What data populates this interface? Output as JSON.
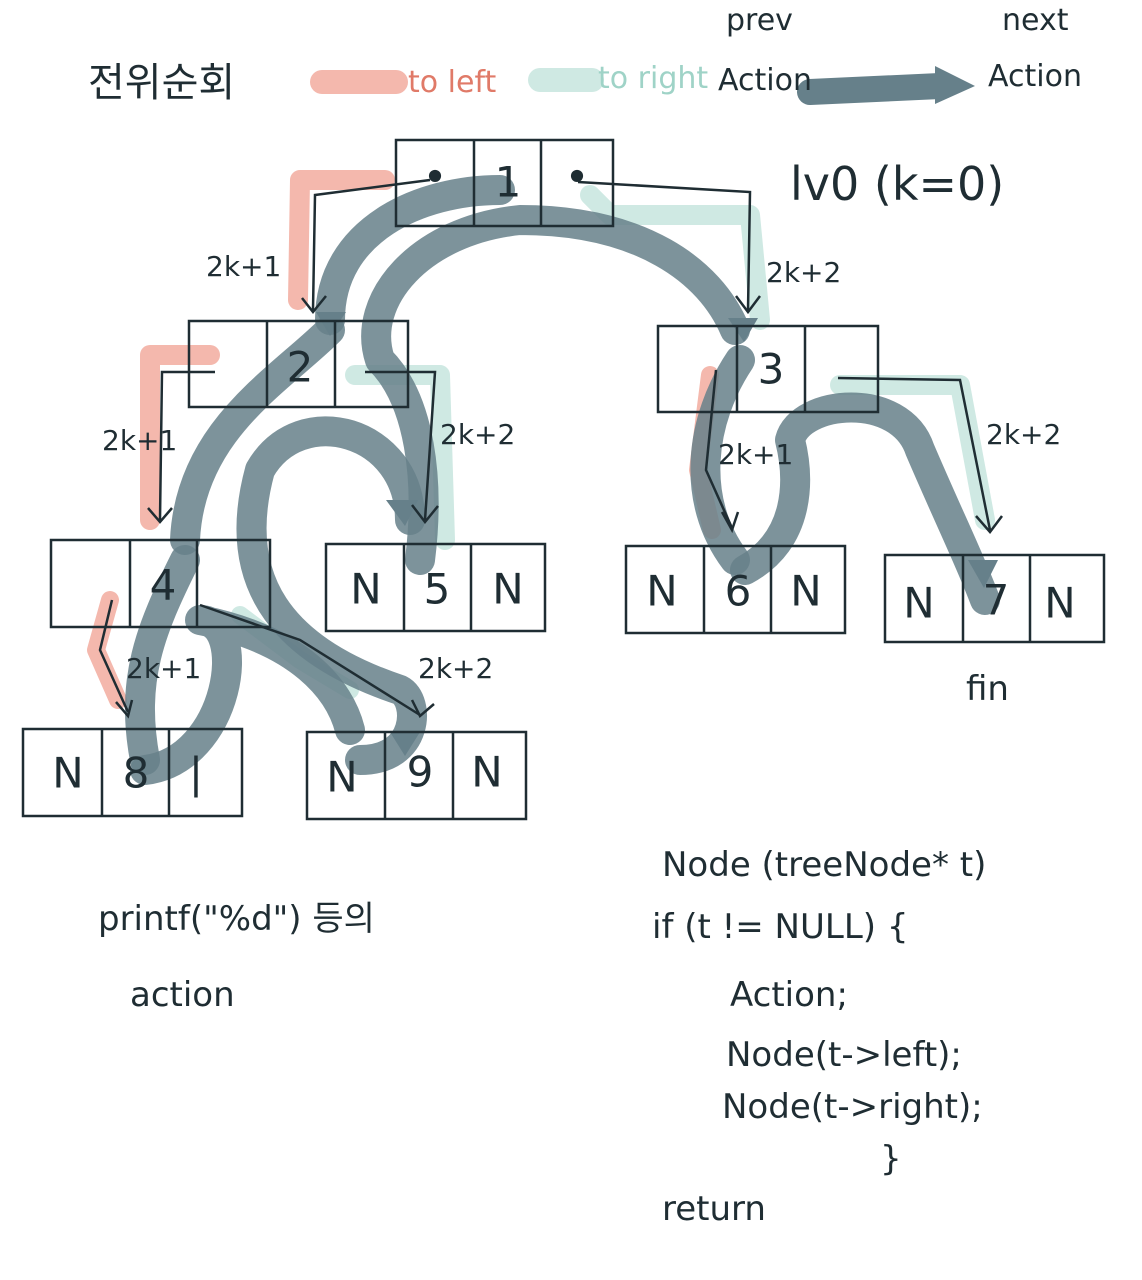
{
  "title": "전위순회",
  "legend": {
    "left": "to left",
    "right": "to right",
    "prev": "prev",
    "action_prev": "Action",
    "next": "next",
    "action_next": "Action",
    "colors": {
      "left": "#f4b8ad",
      "right": "#cfe9e3",
      "path": "#66808a",
      "ink": "#1f2d33"
    }
  },
  "level": "lv0  (k=0)",
  "nodes": [
    {
      "id": "n1",
      "left": "•",
      "value": "1",
      "right": "•"
    },
    {
      "id": "n2",
      "left": "",
      "value": "2",
      "right": ""
    },
    {
      "id": "n3",
      "left": "",
      "value": "3",
      "right": ""
    },
    {
      "id": "n4",
      "left": "",
      "value": "4",
      "right": ""
    },
    {
      "id": "n5",
      "left": "N",
      "value": "5",
      "right": "N"
    },
    {
      "id": "n6",
      "left": "N",
      "value": "6",
      "right": "N"
    },
    {
      "id": "n7",
      "left": "N",
      "value": "7",
      "right": "N"
    },
    {
      "id": "n8",
      "left": "N",
      "value": "8",
      "right": "|"
    },
    {
      "id": "n9",
      "left": "N",
      "value": "9",
      "right": "N"
    }
  ],
  "edge_labels": [
    "2k+1",
    "2k+2",
    "2k+1",
    "2k+2",
    "2k+1",
    "2k+2",
    "2k+1",
    "2k+2"
  ],
  "fin": "fin",
  "note": {
    "line1": "printf(\"%d\") 등의",
    "line2": "action"
  },
  "code": [
    "Node (treeNode* t)",
    "if (t != NULL) {",
    "Action;",
    "Node(t->left);",
    "Node(t->right);",
    "}",
    "return"
  ]
}
